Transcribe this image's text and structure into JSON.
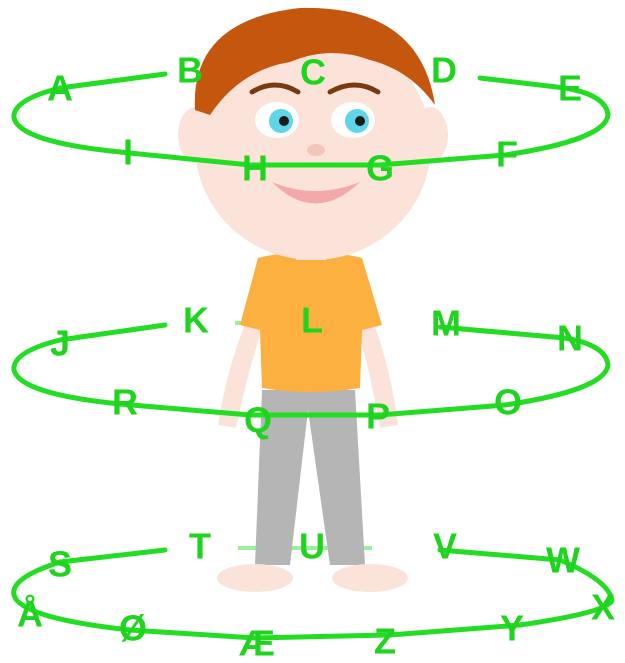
{
  "colors": {
    "ring": "#22dd22",
    "letter": "#1fd41f",
    "skin": "#fbe3da",
    "hair": "#c4560e",
    "shirt": "#fcb040",
    "pants": "#b5b5b5",
    "eye": "#5fd6e8"
  },
  "rings": [
    {
      "name": "head-ring",
      "letters": [
        "A",
        "B",
        "C",
        "D",
        "E",
        "F",
        "G",
        "H",
        "I"
      ]
    },
    {
      "name": "waist-ring",
      "letters": [
        "J",
        "K",
        "L",
        "M",
        "N",
        "O",
        "P",
        "Q",
        "R"
      ]
    },
    {
      "name": "feet-ring",
      "letters": [
        "S",
        "T",
        "U",
        "V",
        "W",
        "X",
        "Y",
        "Z",
        "Æ",
        "Ø",
        "Å"
      ]
    }
  ]
}
